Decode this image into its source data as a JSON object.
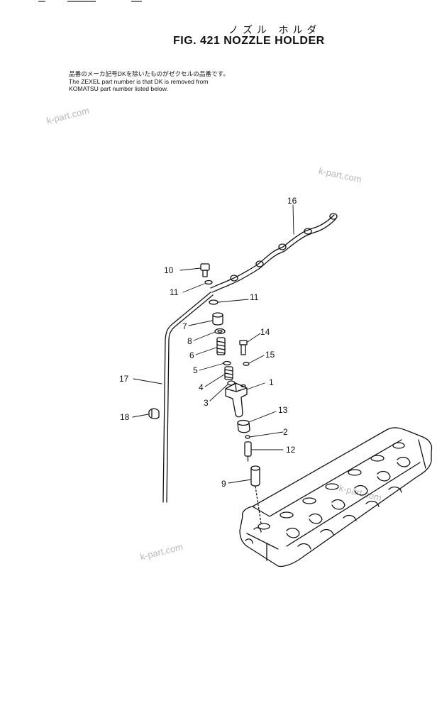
{
  "header": {
    "kana": "ノズル ホルダ",
    "title": "FIG. 421  NOZZLE HOLDER"
  },
  "note": {
    "line_jp": "品番のメーカ記号DKを除いたものがゼクセルの品番です。",
    "line_en_1": "The ZEXEL part number is that DK is removed from",
    "line_en_2": "KOMATSU part number listed below."
  },
  "watermarks": [
    "k-part.com",
    "k-part.com",
    "k-part.com",
    "k-part.com"
  ],
  "callouts": [
    "1",
    "2",
    "3",
    "4",
    "5",
    "6",
    "7",
    "8",
    "9",
    "10",
    "11",
    "11",
    "12",
    "13",
    "14",
    "15",
    "16",
    "17",
    "18"
  ]
}
